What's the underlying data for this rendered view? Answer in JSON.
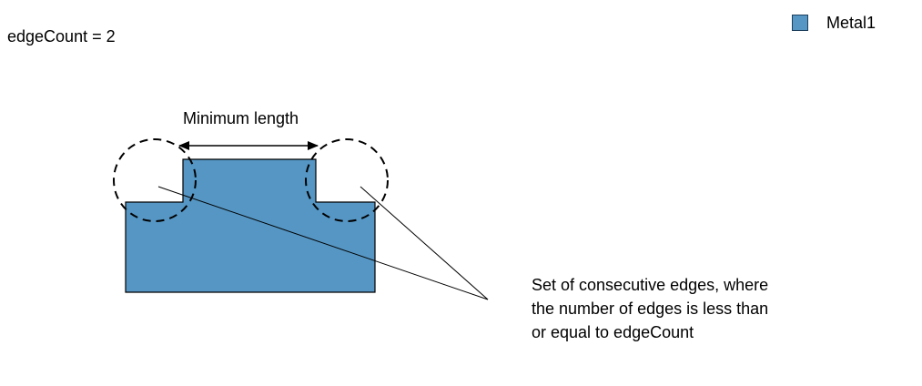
{
  "parameter": {
    "label": "edgeCount = 2"
  },
  "legend": {
    "label": "Metal1",
    "color": "#5596c4"
  },
  "dimension": {
    "label": "Minimum length"
  },
  "note": {
    "lines": [
      "Set of consecutive edges, where",
      "the number of edges is less than",
      "or equal to edgeCount"
    ]
  },
  "colors": {
    "shape_fill": "#5596c4",
    "outline": "#000000"
  }
}
